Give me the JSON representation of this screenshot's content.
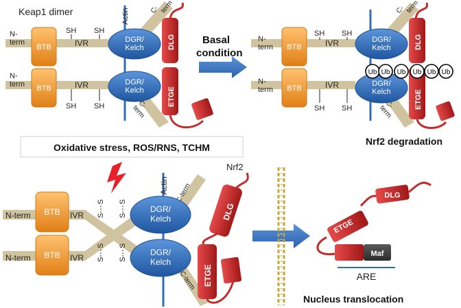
{
  "panel_top_left": {
    "title": "Keap1 dimer",
    "n_term": "N-\nterm",
    "btb": "BTB",
    "ivr": "IVR",
    "sh": "SH",
    "kelch": "DGR/\nKelch",
    "actin": "Actin",
    "c_term": "C-\nterm",
    "dlg": "DLG",
    "etge": "ETGE"
  },
  "transition_top": {
    "label_line1": "Basal",
    "label_line2": "condition"
  },
  "panel_top_right": {
    "n_term": "N-\nterm",
    "btb": "BTB",
    "ivr": "IVR",
    "sh": "SH",
    "kelch": "DGR/\nKelch",
    "c_term": "C-\nterm",
    "dlg": "DLG",
    "etge": "ETGE",
    "ub": "Ub",
    "caption": "Nrf2 degradation"
  },
  "stress_box": {
    "label": "Oxidative stress, ROS/RNS, TCHM"
  },
  "panel_bottom_left": {
    "n_term": "N-term",
    "btb": "BTB",
    "ivr": "IVR",
    "s": "S",
    "kelch": "DGR/\nKelch",
    "actin": "Actin",
    "c_term": "C-term",
    "dlg": "DLG",
    "etge": "ETGE",
    "nrf2": "Nrf2"
  },
  "panel_bottom_right": {
    "etge": "ETGE",
    "dlg": "DLG",
    "maf": "Maf",
    "are": "ARE",
    "caption": "Nucleus translocation"
  },
  "colors": {
    "btb_orange": "#f39a2e",
    "kelch_blue": "#2f6db8",
    "nrf2_red": "#c62a2a",
    "arm_tan": "#cfc49f",
    "arrow_blue": "#3a76c4",
    "membrane_gold": "#c8a431"
  }
}
